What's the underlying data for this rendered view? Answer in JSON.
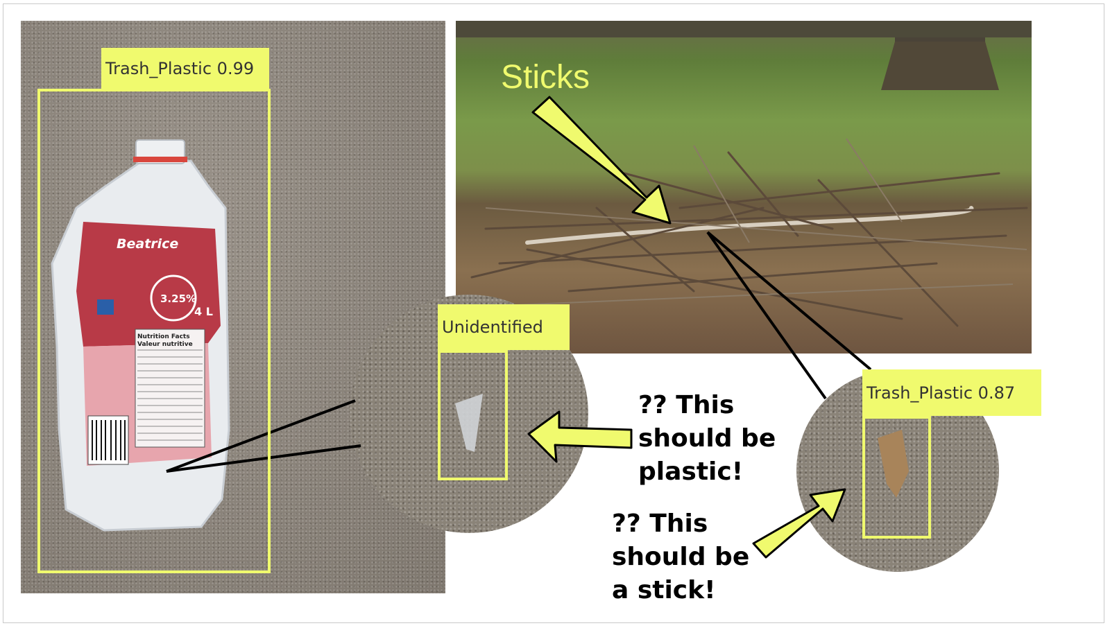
{
  "detections": [
    {
      "label": "Trash_Plastic 0.99"
    },
    {
      "label": "Unidentified"
    },
    {
      "label": "Trash_Plastic 0.87"
    }
  ],
  "annotations": {
    "sticks": "Sticks",
    "note1_lines": [
      "?? This",
      "should be",
      "plastic!"
    ],
    "note2_lines": [
      "?? This",
      "should be",
      "a stick!"
    ]
  },
  "jug_label": {
    "brand": "Beatrice",
    "fat": "3.25%",
    "volume": "4 L",
    "panel_title": "Nutrition Facts",
    "panel_title_fr": "Valeur nutritive"
  },
  "colors": {
    "highlight": "#f0fa6e",
    "arrow_outline": "#000000"
  }
}
